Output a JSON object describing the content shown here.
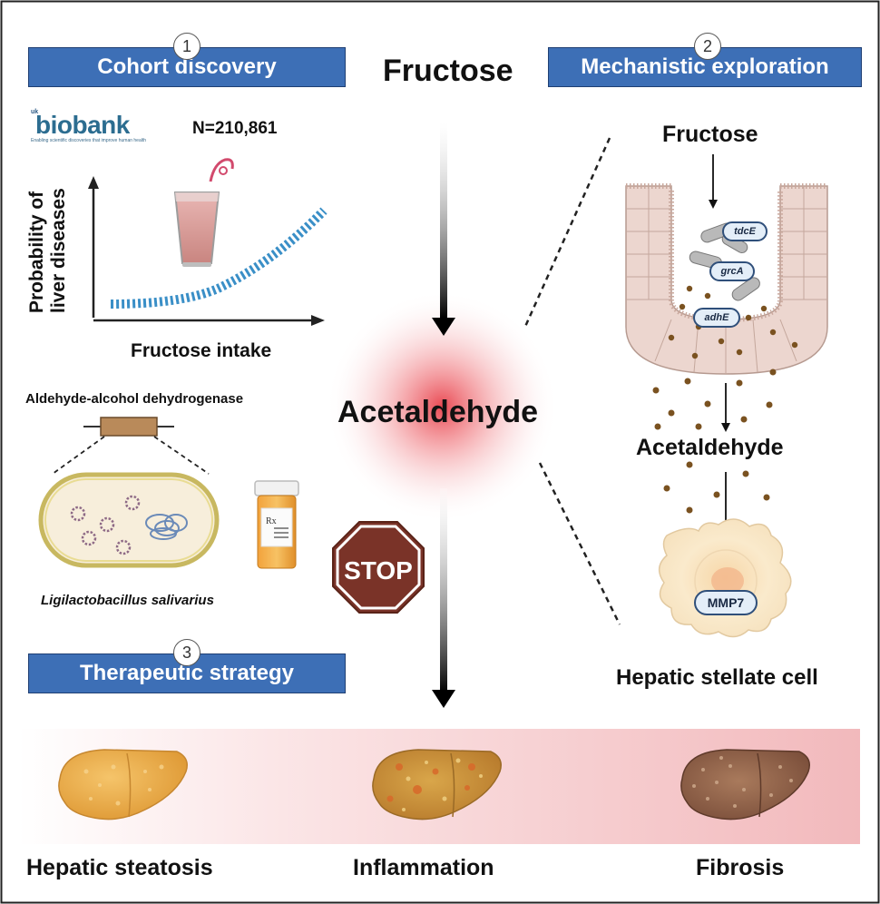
{
  "panels": {
    "cohort": {
      "number": "1",
      "title": "Cohort discovery"
    },
    "mechanism": {
      "number": "2",
      "title": "Mechanistic exploration"
    },
    "therapy": {
      "number": "3",
      "title": "Therapeutic strategy"
    }
  },
  "center": {
    "top_label": "Fructose",
    "middle_label": "Acetaldehyde",
    "stop_sign": "STOP"
  },
  "cohort": {
    "logo_small": "uk",
    "logo_text": "biobank",
    "logo_tagline": "Enabling scientific discoveries that improve human health",
    "sample_size": "N=210,861",
    "y_axis_label_line1": "Probability of",
    "y_axis_label_line2": "liver diseases",
    "x_axis_label": "Fructose intake"
  },
  "therapy": {
    "enzyme_label": "Aldehyde-alcohol dehydrogenase",
    "bacterium_label": "Ligilactobacillus salivarius",
    "rx_label": "Rx"
  },
  "mechanism": {
    "fructose_label": "Fructose",
    "genes": [
      "tdcE",
      "grcA",
      "adhE"
    ],
    "acetaldehyde_label": "Acetaldehyde",
    "target_gene": "MMP7",
    "cell_label": "Hepatic stellate cell"
  },
  "outcomes": [
    "Hepatic steatosis",
    "Inflammation",
    "Fibrosis"
  ],
  "colors": {
    "banner": "#3d6fb6",
    "curve": "#3a8fc7",
    "gradient_end": "#f2b9bc",
    "glow": "#e8404a",
    "stop_sign": "#7a3328",
    "gene_border": "#2f4f7a",
    "liver_normal": "#e9a946",
    "liver_fibrotic": "#8a5a44"
  },
  "icons": [
    "drink-glass-icon",
    "pill-bottle-icon",
    "stop-sign-icon",
    "bacterium-icon",
    "liver-icon",
    "intestinal-villus-icon",
    "stellate-cell-icon"
  ]
}
